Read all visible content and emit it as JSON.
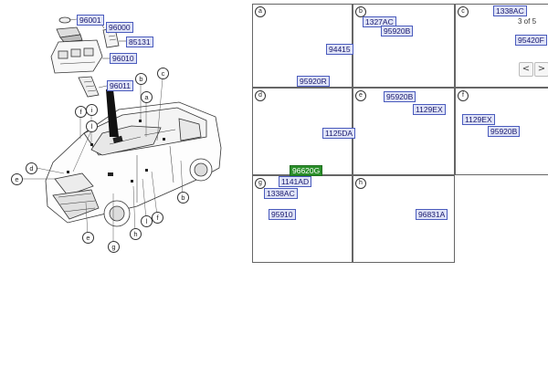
{
  "pager": {
    "text": "3 of 5",
    "prev_glyph": "<",
    "next_glyph": ">"
  },
  "colors": {
    "label_fill": "#dfe3f7",
    "label_border": "#4a5bbd",
    "highlight_fill": "#2a8f2a",
    "arrow": "#d4141a"
  },
  "left_parts": [
    "96001",
    "96000",
    "85131",
    "96010",
    "96011"
  ],
  "car_callouts": [
    "b",
    "c",
    "a",
    "d",
    "i",
    "l",
    "e",
    "f",
    "b",
    "e",
    "g",
    "h",
    "l",
    "f"
  ],
  "panels": [
    {
      "letter": "a",
      "parts": [
        "94415",
        "95920R"
      ]
    },
    {
      "letter": "b",
      "parts": [
        "1327AC",
        "95920B"
      ]
    },
    {
      "letter": "c",
      "parts": [
        "1338AC",
        "95420F"
      ]
    },
    {
      "letter": "d",
      "parts": [
        "1125DA",
        "96620G"
      ]
    },
    {
      "letter": "e",
      "parts": [
        "95920B",
        "1129EX"
      ]
    },
    {
      "letter": "f",
      "parts": [
        "1129EX",
        "95920B"
      ]
    },
    {
      "letter": "g",
      "parts": [
        "1141AD",
        "1338AC",
        "95910"
      ]
    },
    {
      "letter": "h",
      "parts": [
        "96831A"
      ]
    }
  ]
}
